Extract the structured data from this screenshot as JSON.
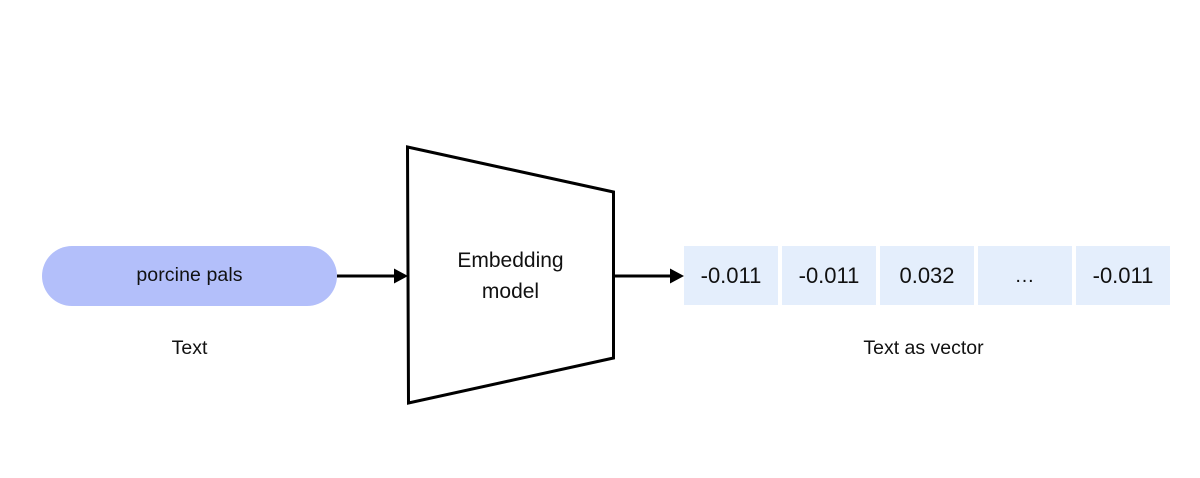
{
  "diagram": {
    "background_color": "#ffffff",
    "input": {
      "label": "porcine pals",
      "caption": "Text",
      "fill_color": "#b3bffa"
    },
    "process": {
      "label_line1": "Embedding",
      "label_line2": "model",
      "stroke_color": "#000000",
      "fill_color": "#ffffff"
    },
    "output": {
      "caption": "Text as vector",
      "cell_fill_color": "#e4eefc",
      "cells": [
        {
          "value": "-0.011"
        },
        {
          "value": "-0.011"
        },
        {
          "value": "0.032"
        },
        {
          "value": "…"
        },
        {
          "value": "-0.011"
        }
      ]
    },
    "arrows": {
      "input_to_model": "arrow-right-icon",
      "model_to_output": "arrow-right-icon",
      "color": "#000000"
    }
  }
}
